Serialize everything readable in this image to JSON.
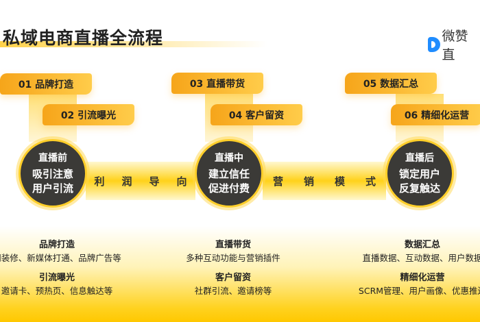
{
  "title": "私域电商直播全流程",
  "logo": {
    "text": "微赞直"
  },
  "tags": [
    "01 品牌打造",
    "02 引流曝光",
    "03 直播带货",
    "04 客户留资",
    "05 数据汇总",
    "06 精细化运营"
  ],
  "bands": [
    [
      "利",
      "润",
      "导",
      "向"
    ],
    [
      "营",
      "销",
      "模",
      "式"
    ]
  ],
  "stages": [
    {
      "head": "直播前",
      "line1": "吸引注意",
      "line2": "用户引流"
    },
    {
      "head": "直播中",
      "line1": "建立信任",
      "line2": "促进付费"
    },
    {
      "head": "直播后",
      "line1": "锁定用户",
      "line2": "反复触达"
    }
  ],
  "details": [
    {
      "t1": "品牌打造",
      "d1": "间装修、新媒体打通、品牌广告等",
      "t2": "引流曝光",
      "d2": "邀请卡、预热页、信息触达等"
    },
    {
      "t1": "直播带货",
      "d1": "多种互动功能与营销插件",
      "t2": "客户留资",
      "d2": "社群引流、邀请榜等"
    },
    {
      "t1": "数据汇总",
      "d1": "直播数据、互动数据、用户数据",
      "t2": "精细化运营",
      "d2": "SCRM管理、用户画像、优惠推送"
    }
  ],
  "colors": {
    "accent": "#ffc800",
    "circle": "#3b3a37",
    "logo": "#1f8cff"
  }
}
